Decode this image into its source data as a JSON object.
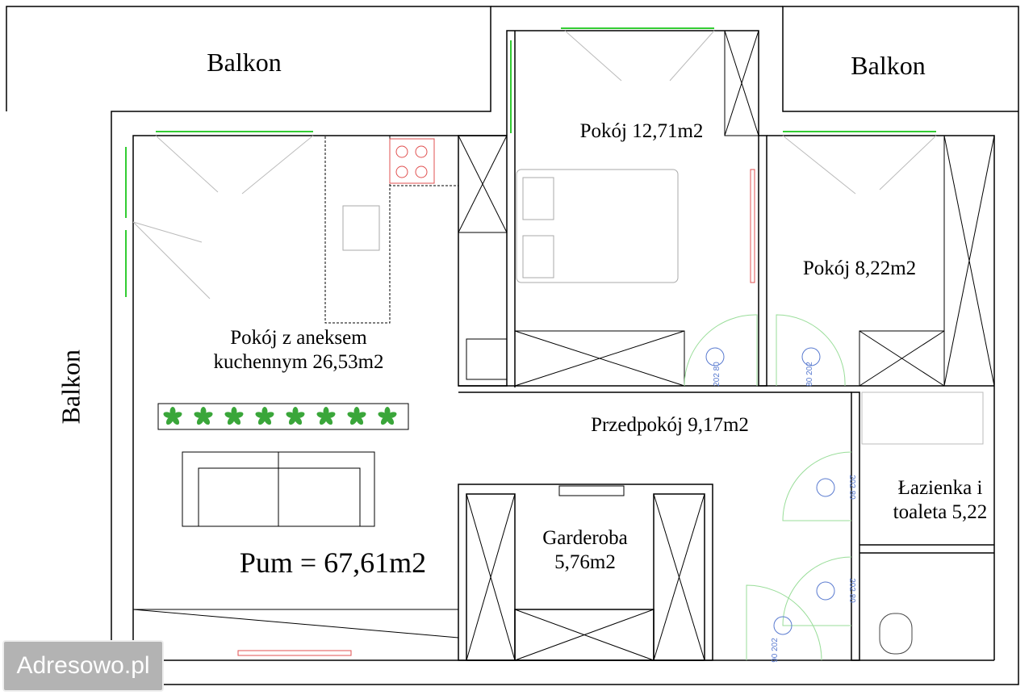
{
  "labels": {
    "balkon_top_left": "Balkon",
    "balkon_top_right": "Balkon",
    "balkon_left": "Balkon",
    "room_12": "Pokój 12,71m2",
    "room_8": "Pokój 8,22m2",
    "living_line1": "Pokój z aneksem",
    "living_line2": "kuchennym 26,53m2",
    "hall": "Przedpokój 9,17m2",
    "bath_line1": "Łazienka i",
    "bath_line2": "toaleta 5,22",
    "wardrobe_line1": "Garderoba",
    "wardrobe_line2": "5,76m2",
    "total": "Pum = 67,61m2"
  },
  "door_dims": [
    "202 80",
    "80 202",
    "202 80",
    "202 80",
    "90 202"
  ],
  "watermark": "Adresowo.pl",
  "colors": {
    "wall": "#000000",
    "window": "#33cc33",
    "door_swing": "#99dd99",
    "fixture": "#5a7bd0",
    "accent": "#e05050",
    "plant": "#3aa63a"
  }
}
